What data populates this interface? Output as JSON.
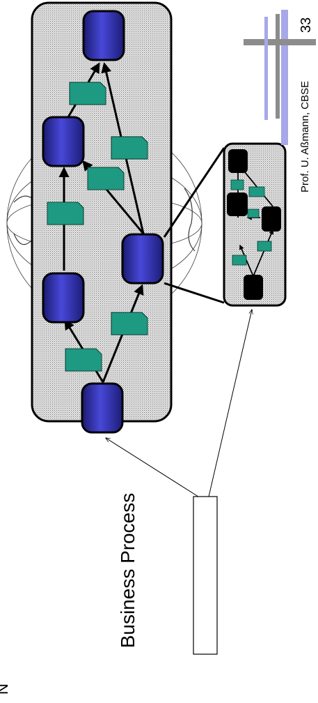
{
  "labels": {
    "business_process": "Business Process",
    "author": "Prof. U. Aßmann, CBSE",
    "page_number": "33",
    "corner_glyph": "N"
  },
  "colors": {
    "process_node": "#23238a",
    "process_node_highlight": "#4848d8",
    "document": "#1e9a82",
    "sub_node": "#000000",
    "container_fill": "#d4d4d4",
    "logo_gray": "#8c8c8c",
    "logo_blue": "#a8a8e8"
  },
  "icons": [
    "globe-icon",
    "logo-cross-icon"
  ]
}
